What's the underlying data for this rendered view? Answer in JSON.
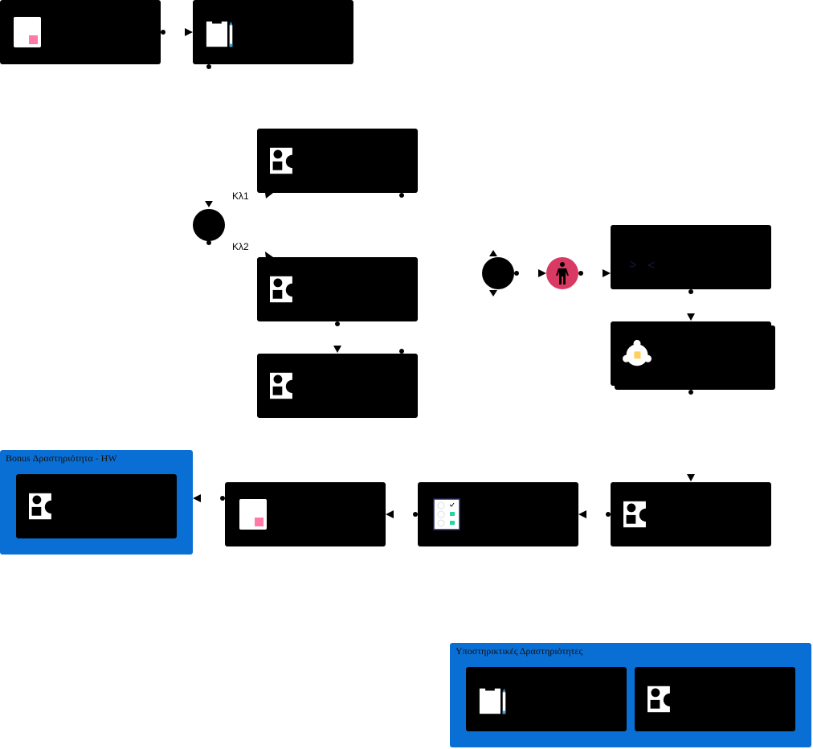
{
  "gateway_labels": {
    "branch1": "Κλ1",
    "branch2": "Κλ2"
  },
  "pools": {
    "bonus": {
      "title": "Bonus Δραστηριότητα - HW"
    },
    "support": {
      "title": "Υποστηρικτικές Δραστηριότητες"
    }
  },
  "colors": {
    "pool": "#0a6fd4",
    "person": "#d83a63",
    "doc_accent": "#ff7aa8"
  }
}
